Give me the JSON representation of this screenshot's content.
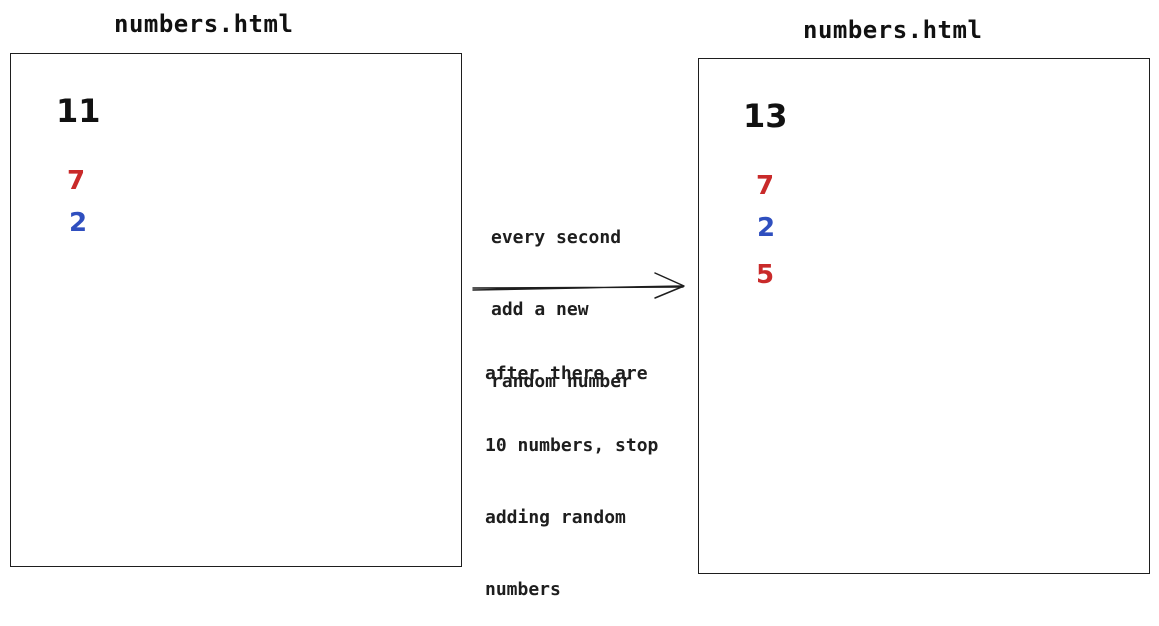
{
  "left_frame": {
    "title": "numbers.html",
    "sum": "11",
    "numbers": [
      {
        "value": "7",
        "color": "#c92a2a"
      },
      {
        "value": "2",
        "color": "#2f4fbf"
      }
    ]
  },
  "right_frame": {
    "title": "numbers.html",
    "sum": "13",
    "numbers": [
      {
        "value": "7",
        "color": "#c92a2a"
      },
      {
        "value": "2",
        "color": "#2f4fbf"
      },
      {
        "value": "5",
        "color": "#c92a2a"
      }
    ]
  },
  "arrow": {
    "note_above": [
      "every second",
      "add a new",
      "random number"
    ],
    "note_below": [
      "after there are",
      "10 numbers, stop",
      "adding random",
      "numbers"
    ]
  }
}
